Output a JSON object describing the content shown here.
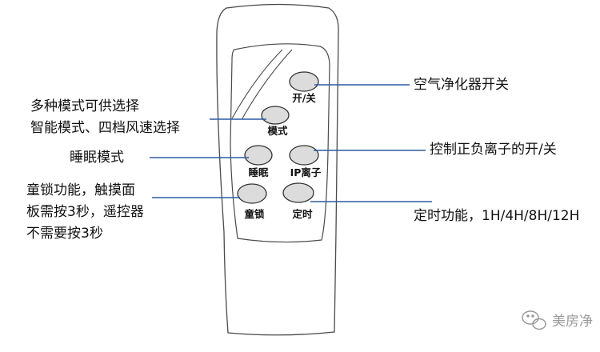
{
  "annotations": {
    "power": "空气净化器开关",
    "mode": "多种模式可供选择\n智能模式、四档风速选择",
    "sleep": "睡眠模式",
    "ion": "控制正负离子的开/关",
    "lock": "童锁功能，触摸面\n板需按3秒，遥控器\n不需要按3秒",
    "timer": "定时功能，1H/4H/8H/12H"
  },
  "buttons": {
    "power": "开/关",
    "mode": "模式",
    "sleep": "睡眠",
    "ion": "IP离子",
    "lock": "童锁",
    "timer": "定时"
  },
  "watermark": "美房净",
  "colors": {
    "leader_line": "#2f5aa0",
    "outline": "#4a4a4a",
    "button_fill": "#dcdcdc",
    "text": "#111111"
  }
}
